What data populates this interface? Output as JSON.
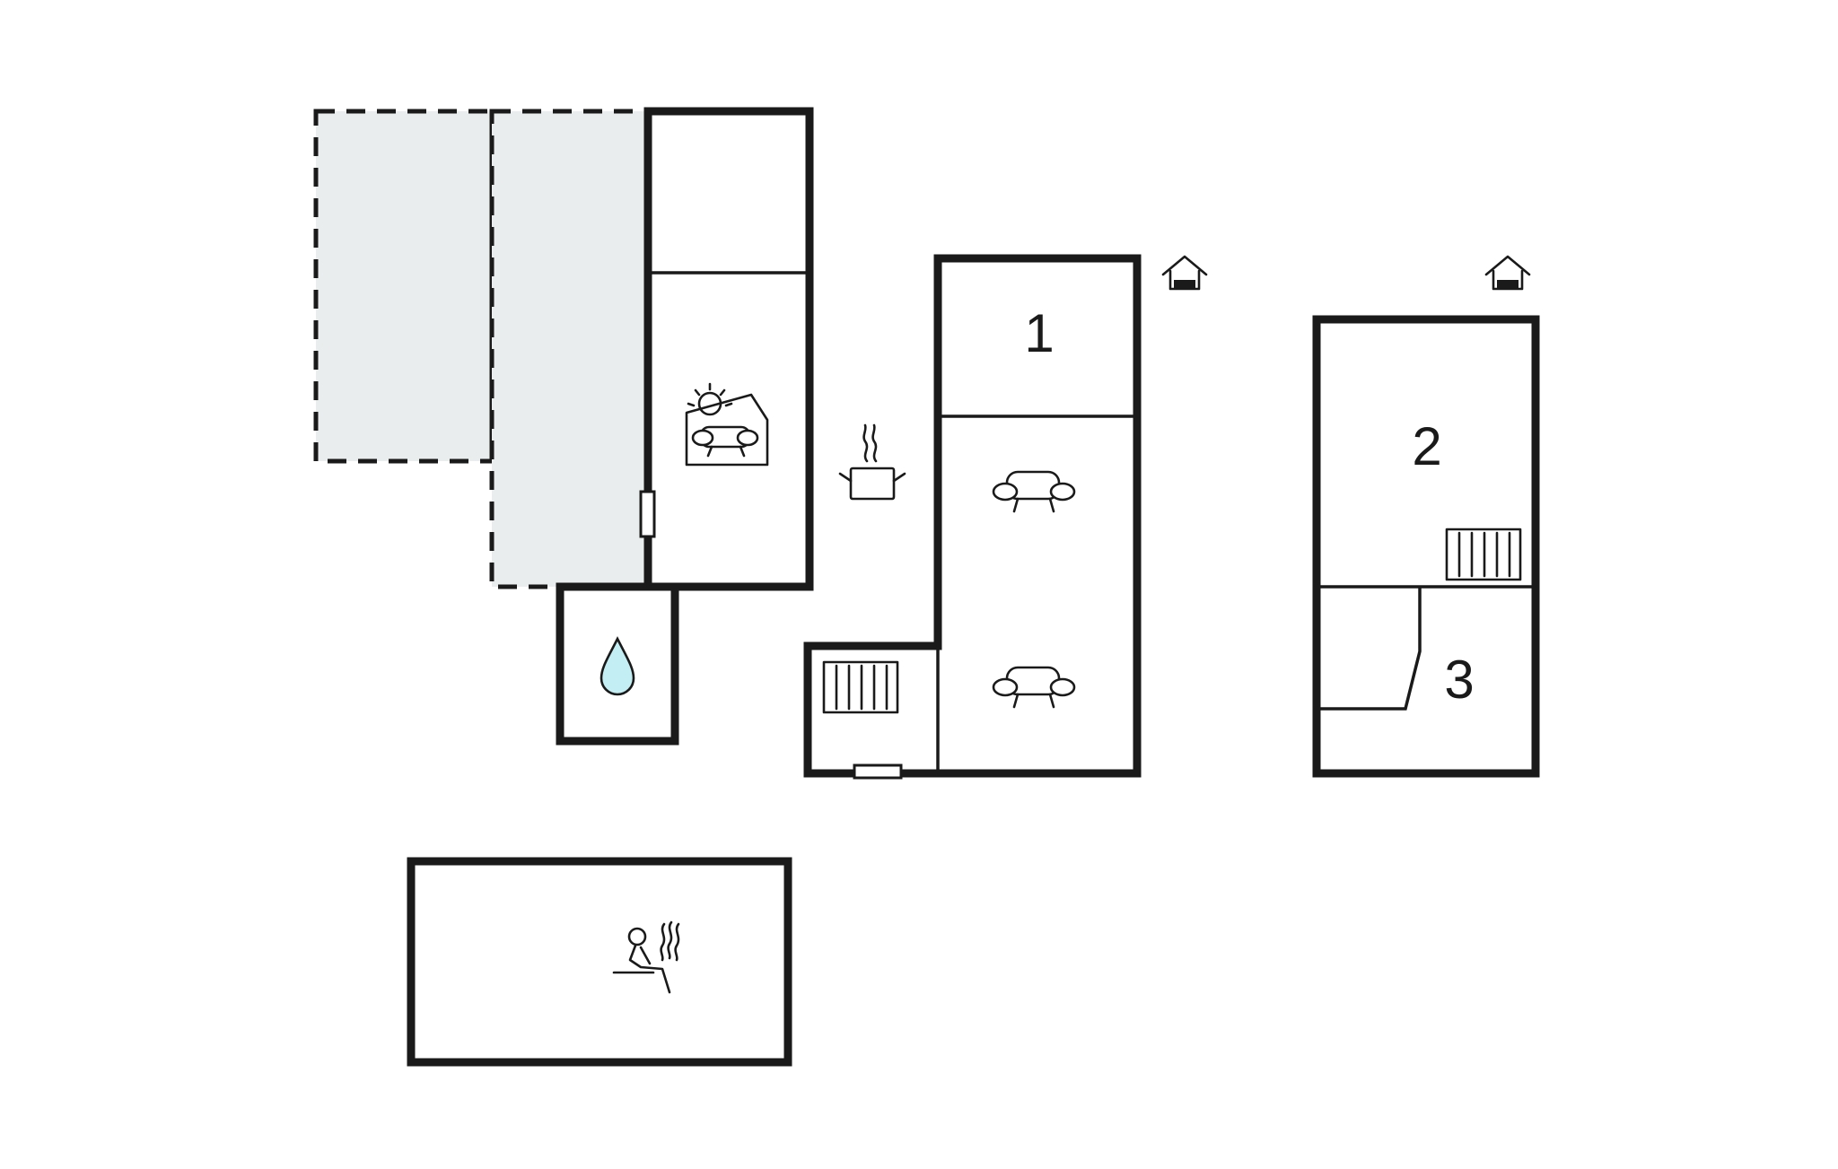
{
  "floor_plan": {
    "room_labels": [
      "1",
      "2",
      "3"
    ],
    "icons": [
      "winter-garden-sofa-icon",
      "cooking-pot-icon",
      "sofa-icon",
      "stairs-icon",
      "bed-floor-icon",
      "water-drop-icon",
      "sauna-icon"
    ],
    "colors": {
      "walls": "#1a1a1a",
      "terrace_fill": "#e9eded",
      "water": "#c3eef4",
      "background": "#ffffff"
    }
  }
}
